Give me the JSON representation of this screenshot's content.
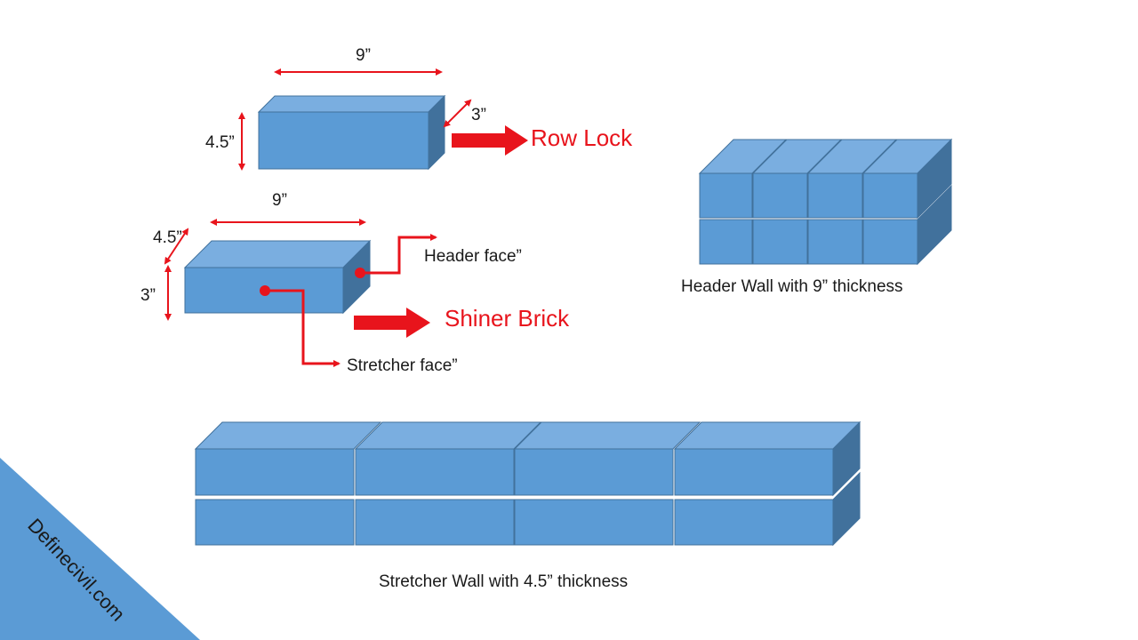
{
  "brand": {
    "text": "Definecivil.com"
  },
  "row_lock": {
    "length_label": "9”",
    "height_label": "4.5”",
    "depth_label": "3”",
    "name": "Row Lock"
  },
  "shiner": {
    "length_label": "9”",
    "depth_label": "4.5”",
    "height_label": "3”",
    "name": "Shiner Brick",
    "header_face_label": "Header face”",
    "stretcher_face_label": "Stretcher face”"
  },
  "header_wall": {
    "caption": "Header Wall with 9”  thickness"
  },
  "stretcher_wall": {
    "caption": "Stretcher Wall with 4.5” thickness"
  },
  "colors": {
    "brick_front": "#5b9bd5",
    "brick_top": "#7aaee0",
    "brick_side": "#41719c",
    "accent_red": "#e8141c",
    "corner_triangle": "#5b9bd5"
  }
}
